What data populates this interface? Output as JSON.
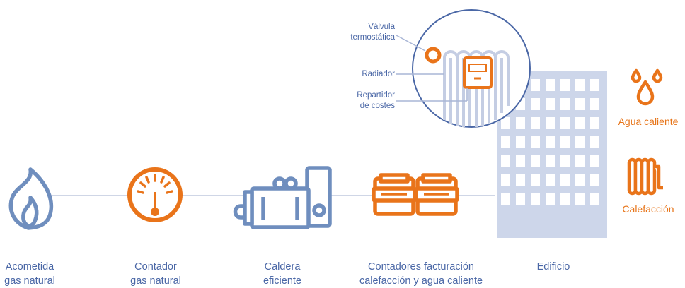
{
  "colors": {
    "blue": "#6f8ebe",
    "orange": "#e9741a",
    "light": "#cdd6ea",
    "line": "#cfd6e6"
  },
  "steps": [
    {
      "line1": "Acometida",
      "line2": "gas natural",
      "icon": "flame-icon"
    },
    {
      "line1": "Contador",
      "line2": "gas natural",
      "icon": "gauge-icon"
    },
    {
      "line1": "Caldera",
      "line2": "eficiente",
      "icon": "boiler-icon"
    },
    {
      "line1": "Contadores facturación",
      "line2": "calefacción y agua caliente",
      "icon": "meters-icon"
    },
    {
      "line1": "Edificio",
      "line2": "",
      "icon": "building-icon"
    }
  ],
  "outputs": {
    "hot_water": "Agua caliente",
    "heating": "Calefacción"
  },
  "callouts": {
    "valve_line1": "Válvula",
    "valve_line2": "termostática",
    "radiator": "Radiador",
    "allocator_line1": "Repartidor",
    "allocator_line2": "de costes"
  }
}
